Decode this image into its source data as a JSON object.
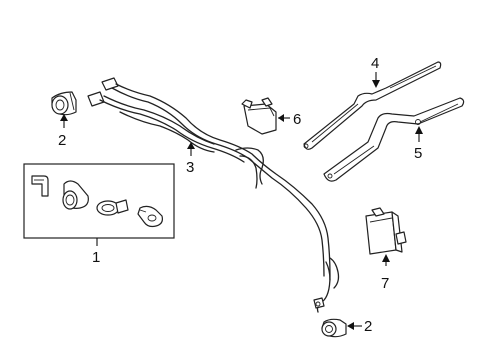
{
  "callouts": {
    "label_1": "1",
    "label_2_top": "2",
    "label_2_bottom": "2",
    "label_3": "3",
    "label_4": "4",
    "label_5": "5",
    "label_6": "6",
    "label_7": "7"
  }
}
